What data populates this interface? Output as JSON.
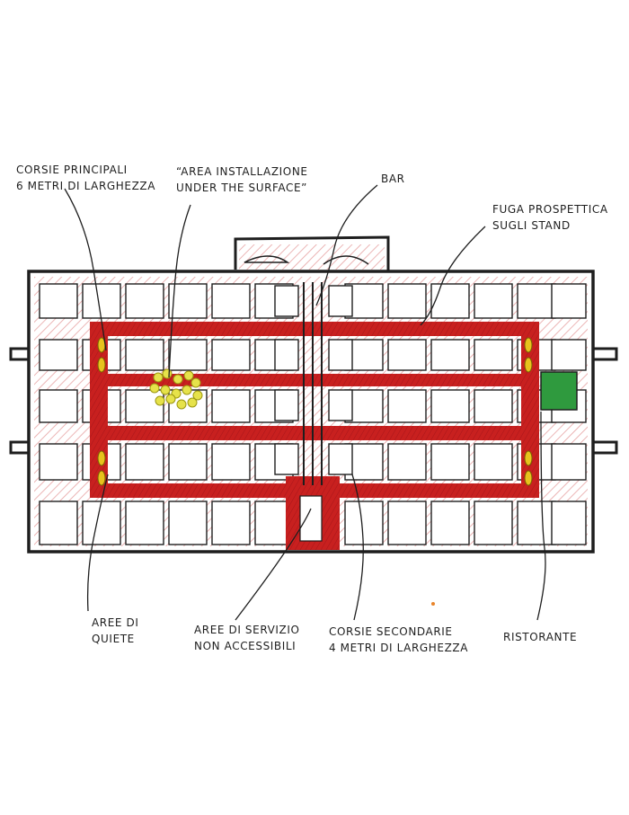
{
  "labels": {
    "corsie_principali": {
      "line1": "Corsie principali",
      "line2": "6 metri di larghezza"
    },
    "area_installazione": {
      "line1": "“Area installazione",
      "line2": "under the surface”"
    },
    "bar": {
      "line1": "Bar"
    },
    "fuga_prospettica": {
      "line1": "Fuga prospettica",
      "line2": "sugli stand"
    },
    "aree_quiete": {
      "line1": "Aree di",
      "line2": "quiete"
    },
    "aree_servizio": {
      "line1": "Aree di servizio",
      "line2": "non accessibili"
    },
    "corsie_secondarie": {
      "line1": "Corsie secondarie",
      "line2": "4 metri di larghezza"
    },
    "ristorante": {
      "line1": "Ristorante"
    }
  },
  "colors": {
    "ink": "#1e1e1e",
    "corridor_red": "#c8201f",
    "hatch_pink": "#e7a3a3",
    "quiet_yellow": "#e7c21d",
    "installation_yellow": "#e6e24a",
    "restaurant_green": "#2f9a3e",
    "stand_fill": "#ffffff"
  }
}
